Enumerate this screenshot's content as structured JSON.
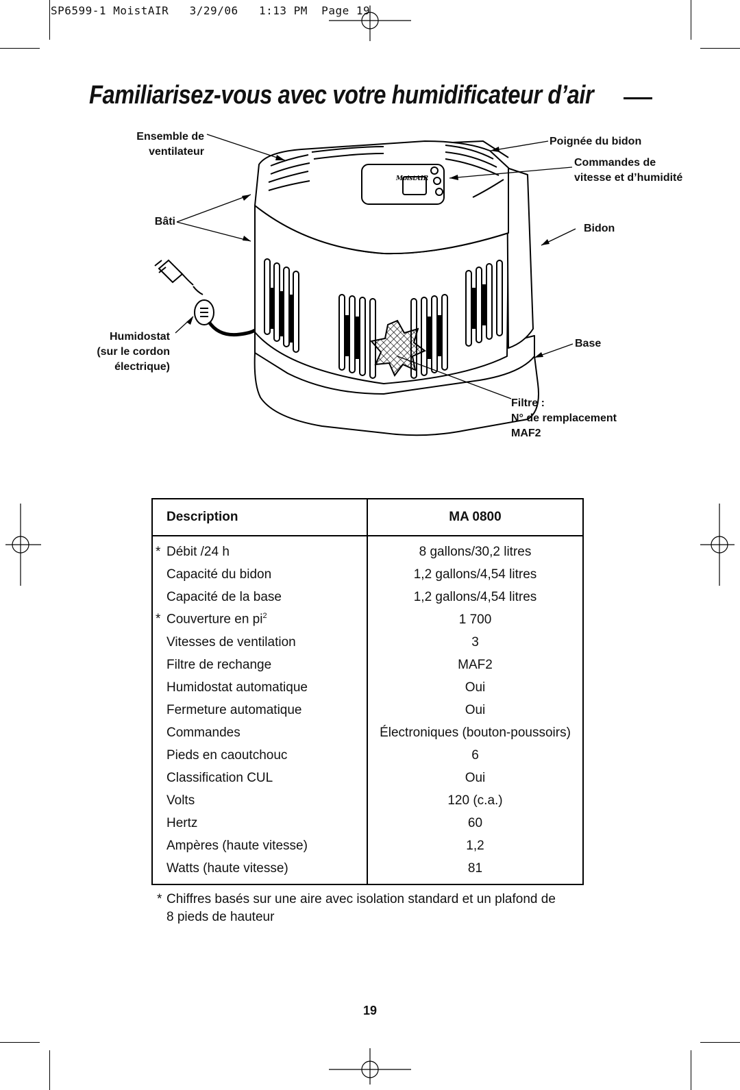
{
  "header": {
    "slug": "SP6599-1 MoistAIR   3/29/06   1:13 PM  Page 19"
  },
  "title": "Familiarisez-vous avec votre humidificateur d’air",
  "diagram": {
    "brand": "MoistAIR",
    "labels": {
      "fan": [
        "Ensemble de",
        "ventilateur"
      ],
      "body": "Bâti",
      "humidistat": [
        "Humidostat",
        "(sur le cordon",
        "électrique)"
      ],
      "handle": "Poignée du bidon",
      "controls": [
        "Commandes de",
        "vitesse et d’humidité"
      ],
      "tank": "Bidon",
      "base": "Base",
      "filter": [
        "Filtre :",
        "N° de remplacement",
        "MAF2"
      ]
    }
  },
  "table": {
    "headers": [
      "Description",
      "MA 0800"
    ],
    "rows": [
      {
        "star": "*",
        "label": "Débit /24 h",
        "value": "8 gallons/30,2 litres"
      },
      {
        "star": "",
        "label": "Capacité du bidon",
        "value": "1,2 gallons/4,54 litres"
      },
      {
        "star": "",
        "label": "Capacité de la base",
        "value": "1,2 gallons/4,54 litres"
      },
      {
        "star": "*",
        "label": "Couverture en pi",
        "sup": "2",
        "value": "1 700"
      },
      {
        "star": "",
        "label": "Vitesses de ventilation",
        "value": "3"
      },
      {
        "star": "",
        "label": "Filtre de rechange",
        "value": "MAF2"
      },
      {
        "star": "",
        "label": "Humidostat automatique",
        "value": "Oui"
      },
      {
        "star": "",
        "label": "Fermeture automatique",
        "value": "Oui"
      },
      {
        "star": "",
        "label": "Commandes",
        "value": "Électroniques (bouton-poussoirs)"
      },
      {
        "star": "",
        "label": "Pieds en caoutchouc",
        "value": "6"
      },
      {
        "star": "",
        "label": "Classification CUL",
        "value": "Oui"
      },
      {
        "star": "",
        "label": "Volts",
        "value": "120 (c.a.)"
      },
      {
        "star": "",
        "label": "Hertz",
        "value": "60"
      },
      {
        "star": "",
        "label": "Ampères (haute vitesse)",
        "value": "1,2"
      },
      {
        "star": "",
        "label": "Watts (haute vitesse)",
        "value": "81"
      }
    ]
  },
  "footnote": {
    "marker": "*",
    "lines": [
      "Chiffres basés sur une aire avec isolation standard et un plafond de",
      "8 pieds de hauteur"
    ]
  },
  "page_number": "19"
}
